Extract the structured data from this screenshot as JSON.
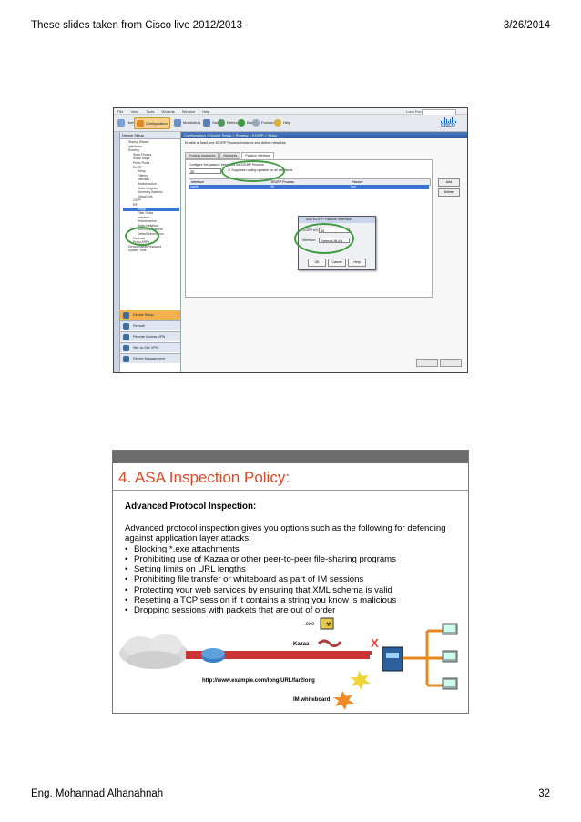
{
  "header": {
    "left": "These slides taken from Cisco live 2012/2013",
    "right": "3/26/2014"
  },
  "footer": {
    "left": "Eng. Mohannad Alhanahnah",
    "right": "32"
  },
  "asdm": {
    "menu": [
      "File",
      "View",
      "Tools",
      "Wizards",
      "Window",
      "Help"
    ],
    "look_for": "Look For:",
    "toolbar": [
      "Home",
      "Configuration",
      "Monitoring",
      "Save",
      "Refresh",
      "Back",
      "Forward",
      "Help"
    ],
    "brand": "CISCO",
    "nav_title": "Device Setup",
    "tree": [
      "Startup Wizard",
      "Interfaces",
      "Routing",
      "Static Routes",
      "Route Maps",
      "Prefix Rules",
      "EIGRP",
      "Setup",
      "Filtering",
      "Interface",
      "Redistribution",
      "Static Neighbor",
      "Summary Address",
      "Virtual Link",
      "OSPF",
      "RIP",
      "Setup",
      "Filter Rules",
      "Interface",
      "Redistribution",
      "Static Neighbor",
      "Summary Address",
      "Default Information",
      "Multicast",
      "Proxy ARPs",
      "Device Name/Password",
      "System Time"
    ],
    "nav_buttons": [
      "Device Setup",
      "Firewall",
      "Remote Access VPN",
      "Site-to-Site VPN",
      "Device Management"
    ],
    "breadcrumb": "Configuration > Device Setup > Routing > EIGRP > Setup",
    "description": "Enable at least one EIGRP Process Instance and define networks.",
    "tabs": [
      "Process Instances",
      "Networks",
      "Passive Interface"
    ],
    "configure_text": "Configure the passive interfaces for EIGRP Process",
    "as_value": "35",
    "suppress_text": "Suppress routing updates on all interfaces",
    "grid_headers": [
      "Interface",
      "EIGRP Process",
      "Passive"
    ],
    "grid_row": [
      "inside",
      "35",
      "true"
    ],
    "side_buttons": [
      "Add",
      "Delete"
    ],
    "dialog": {
      "title": "Add EIGRP Passive Interface",
      "as_label": "EIGRP AS:",
      "as_value": "35",
      "iface_label": "Interface:",
      "iface_value": "External-MLAN",
      "ok": "OK",
      "cancel": "Cancel",
      "help": "Help"
    }
  },
  "slide2": {
    "title": "4.  ASA Inspection Policy:",
    "subtitle": "Advanced Protocol Inspection:",
    "intro": "Advanced protocol inspection gives you options such as the following for defending against application layer attacks:",
    "bullets": [
      "Blocking *.exe attachments",
      "Prohibiting use of Kazaa or other peer-to-peer file-sharing programs",
      "Setting limits on URL lengths",
      "Prohibiting file transfer or whiteboard as part of IM sessions",
      "Protecting your web services by ensuring that XML schema is valid",
      "Resetting a TCP session if it contains a string you know is malicious",
      "Dropping sessions with packets that are out of order"
    ],
    "diagram": {
      "exe": ".exe",
      "kazaa": "Kazaa",
      "url": "http://www.example.com/long/URL/far2long",
      "im": "IM whiteboard"
    }
  },
  "colors": {
    "title_red": "#d84b2a",
    "highlight_green": "#3f9b3f",
    "asdm_blue": "#2f5a9e",
    "nav_active": "#f3b24e"
  }
}
